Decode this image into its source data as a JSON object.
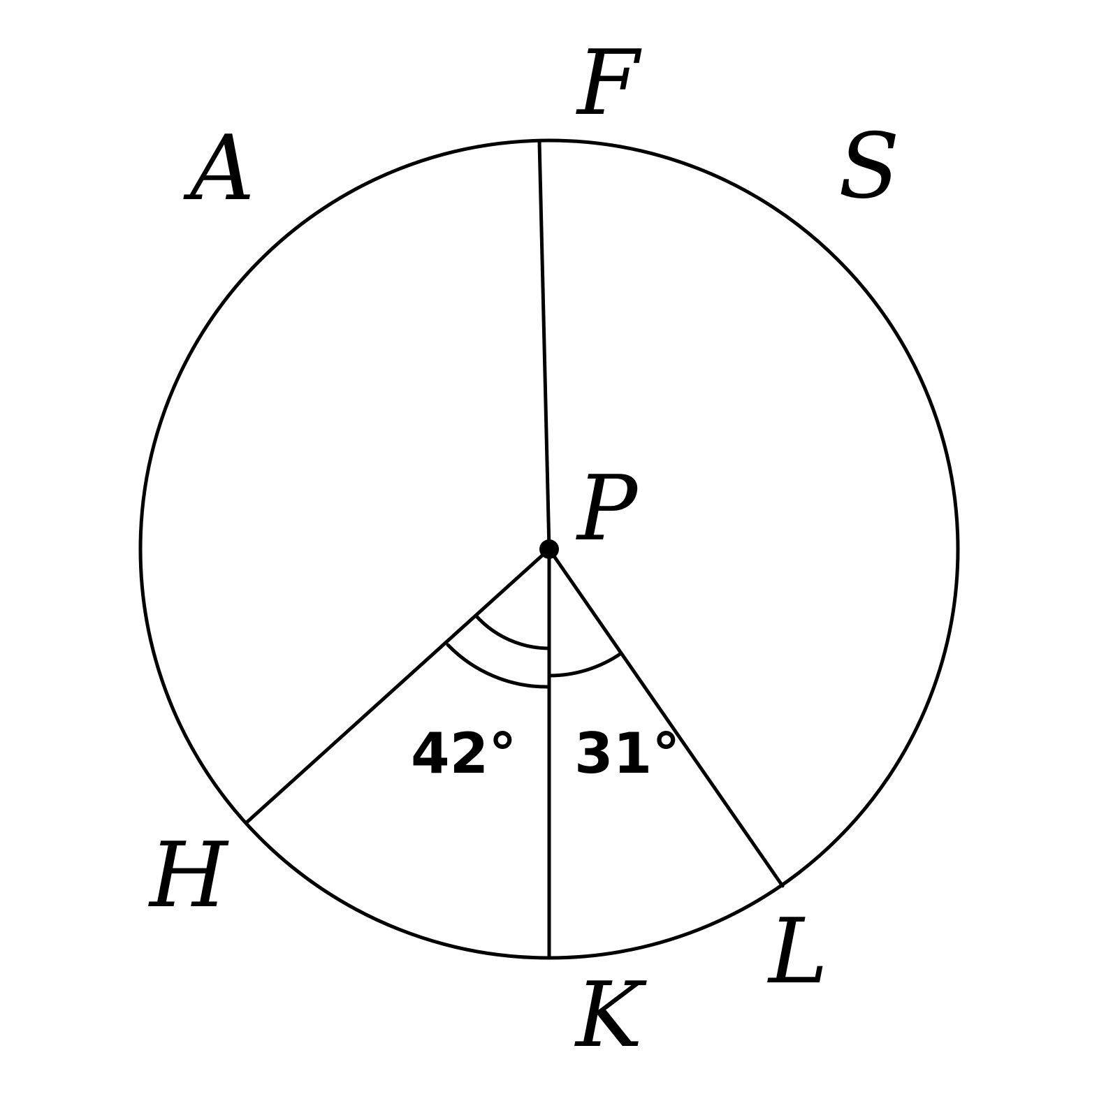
{
  "diagram": {
    "center_point": "P",
    "points": {
      "F": "F",
      "S": "S",
      "A": "A",
      "P": "P",
      "H": "H",
      "K": "K",
      "L": "L"
    },
    "angles": {
      "hpk": "42°",
      "kpl": "31°"
    },
    "colors": {
      "stroke": "#000000",
      "background": "#ffffff"
    }
  }
}
